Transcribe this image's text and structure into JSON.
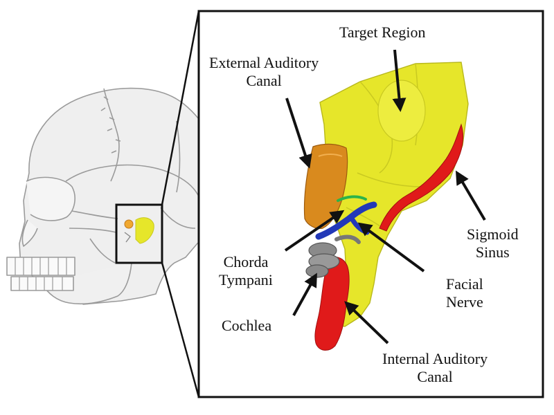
{
  "labels": {
    "target_region": "Target Region",
    "external_auditory_canal": [
      "External Auditory",
      "Canal"
    ],
    "sigmoid_sinus": [
      "Sigmoid",
      "Sinus"
    ],
    "chorda_tympani": [
      "Chorda",
      "Tympani"
    ],
    "facial_nerve": [
      "Facial",
      "Nerve"
    ],
    "cochlea": "Cochlea",
    "internal_auditory_canal": [
      "Internal Auditory",
      "Canal"
    ]
  },
  "colors": {
    "target_region": "#e6e62a",
    "external_auditory_canal": "#d98a1e",
    "sigmoid_sinus": "#e01a1a",
    "internal_auditory_canal": "#e01a1a",
    "chorda_tympani": "#2bb34a",
    "facial_nerve": "#2238b8",
    "cochlea": "#8a8a8a",
    "skull_line": "#9a9a9a",
    "skull_fill": "#efefef"
  }
}
